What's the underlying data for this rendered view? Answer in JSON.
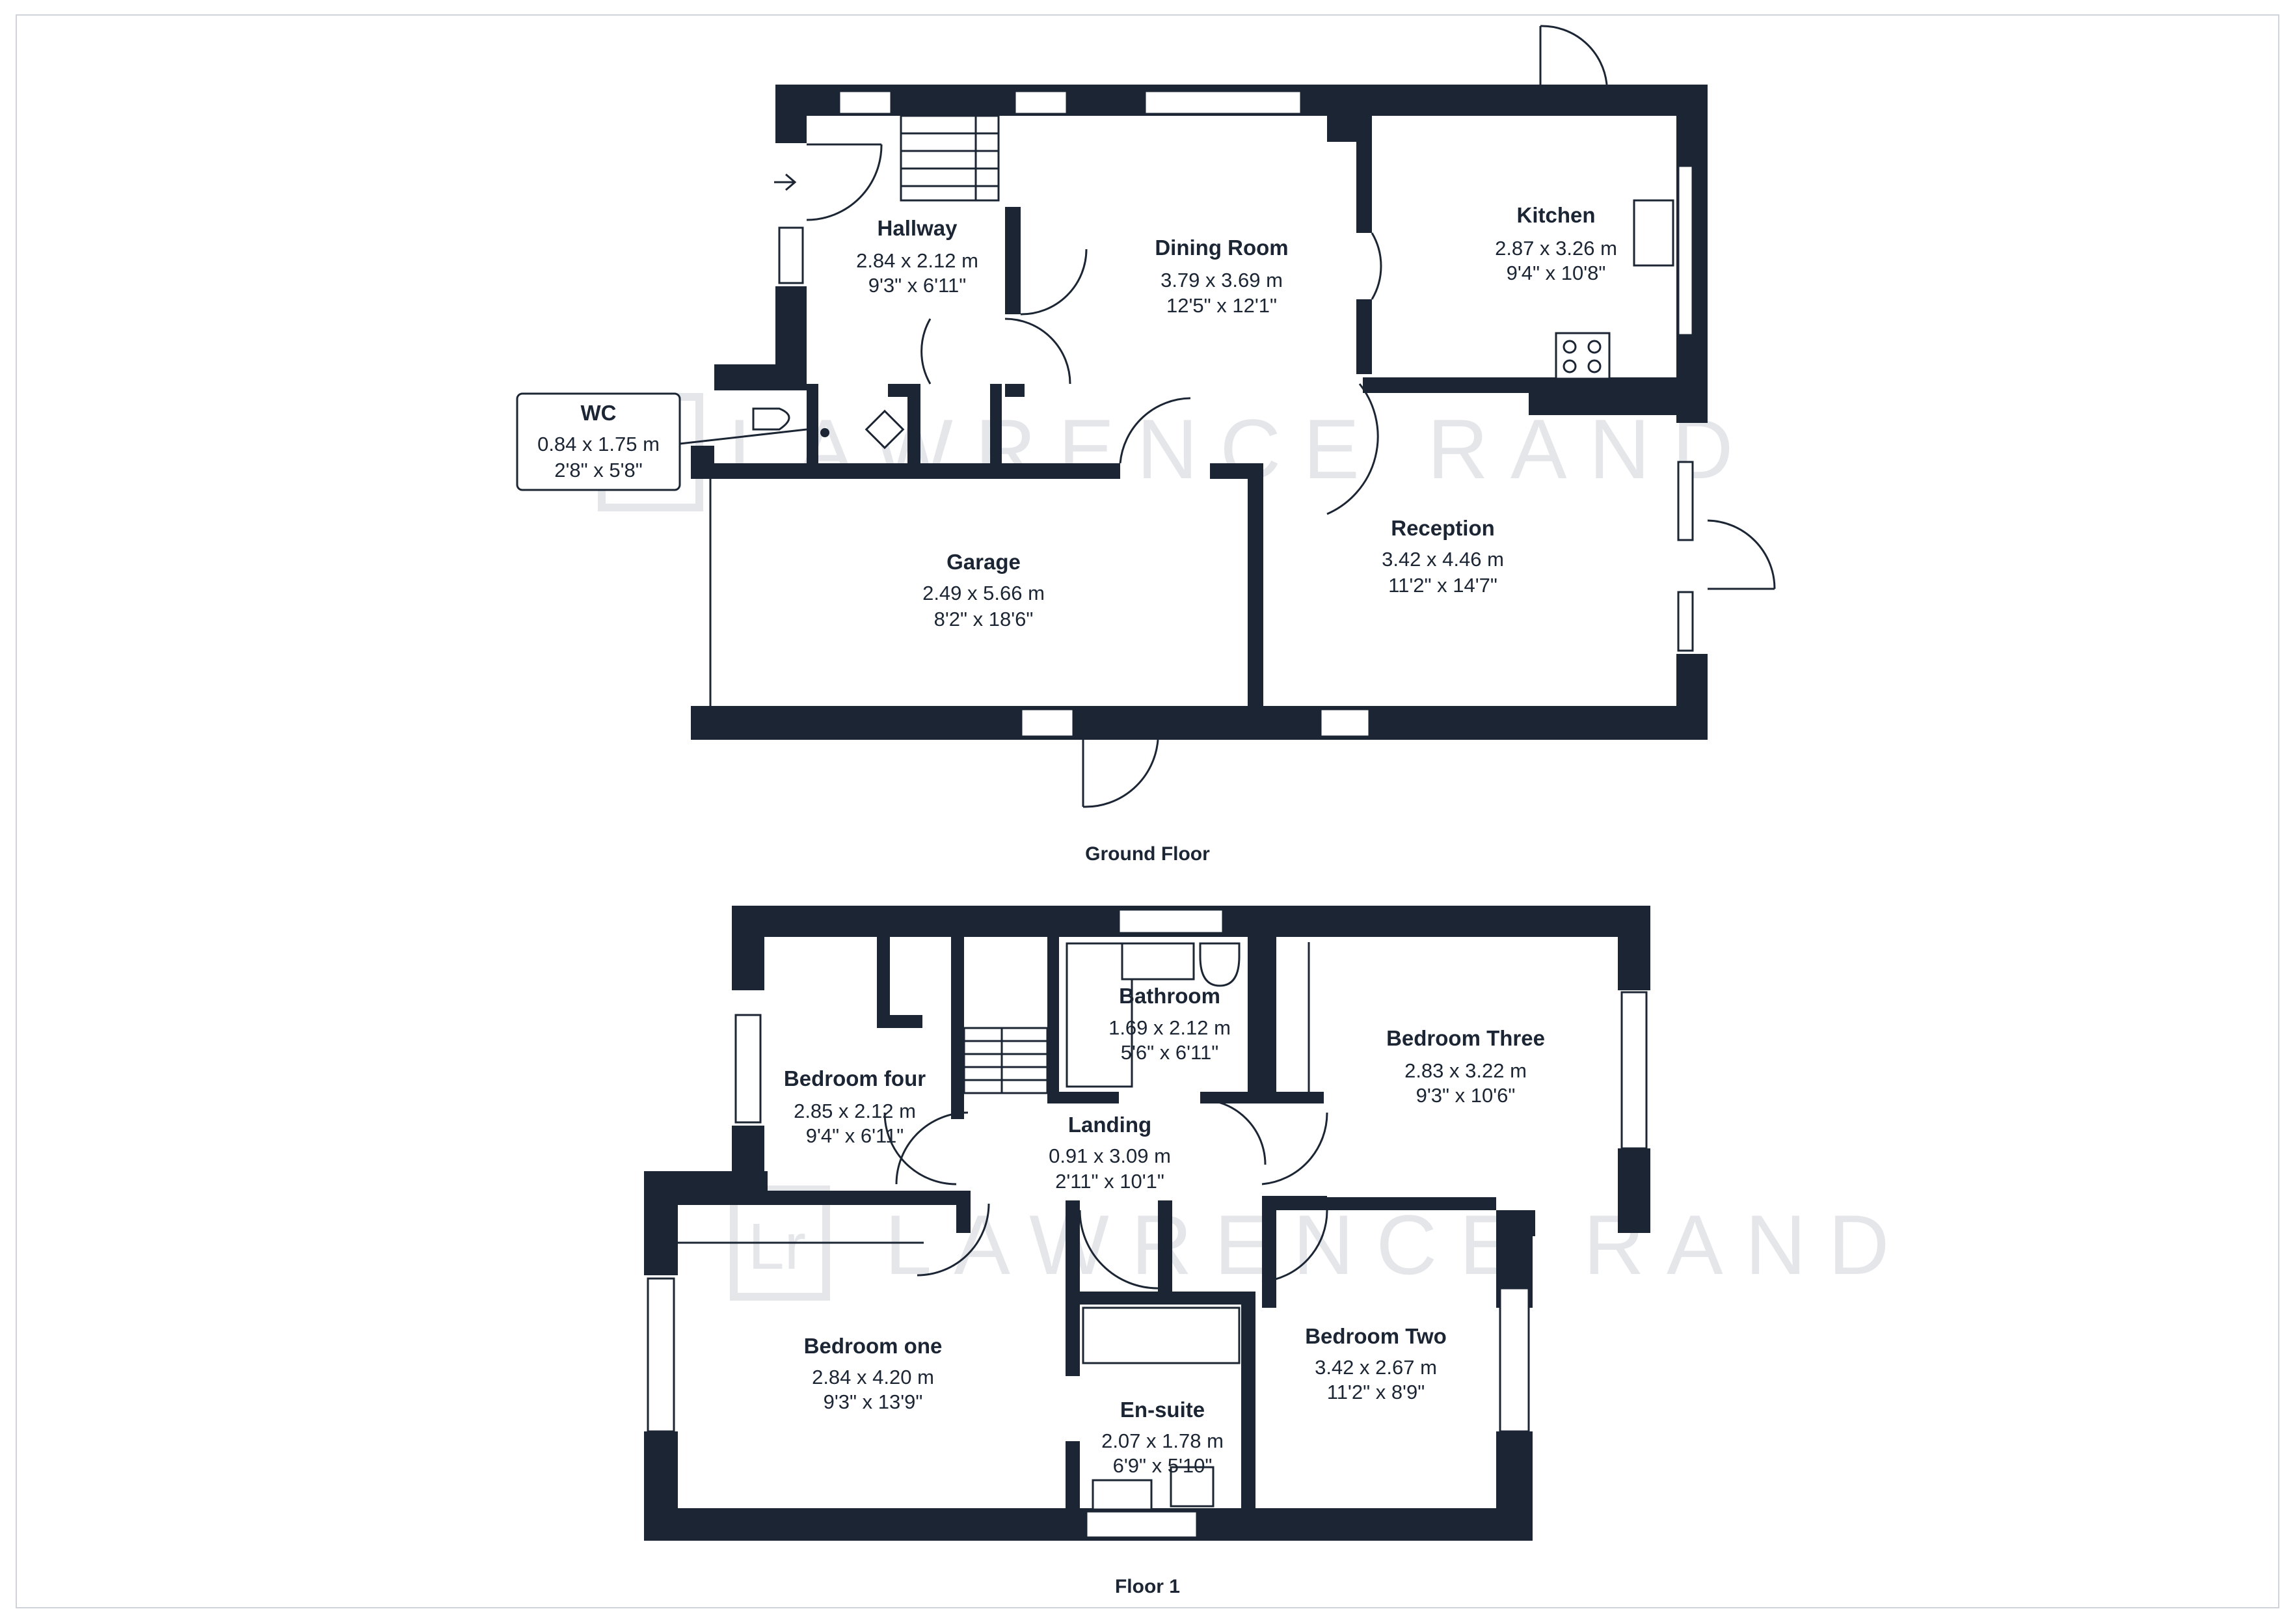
{
  "watermark": {
    "logo": "Lr",
    "text": "LAWRENCE RAND"
  },
  "floors": {
    "ground": {
      "label": "Ground Floor",
      "rooms": {
        "hallway": {
          "name": "Hallway",
          "metric": "2.84 x 2.12 m",
          "imperial": "9'3\" x 6'11\""
        },
        "dining": {
          "name": "Dining Room",
          "metric": "3.79 x 3.69 m",
          "imperial": "12'5\" x 12'1\""
        },
        "kitchen": {
          "name": "Kitchen",
          "metric": "2.87 x 3.26 m",
          "imperial": "9'4\" x 10'8\""
        },
        "wc": {
          "name": "WC",
          "metric": "0.84 x 1.75 m",
          "imperial": "2'8\" x 5'8\""
        },
        "garage": {
          "name": "Garage",
          "metric": "2.49 x 5.66 m",
          "imperial": "8'2\" x 18'6\""
        },
        "reception": {
          "name": "Reception",
          "metric": "3.42 x 4.46 m",
          "imperial": "11'2\" x 14'7\""
        }
      }
    },
    "first": {
      "label": "Floor 1",
      "rooms": {
        "bathroom": {
          "name": "Bathroom",
          "metric": "1.69 x 2.12 m",
          "imperial": "5'6\" x 6'11\""
        },
        "bedroom_three": {
          "name": "Bedroom Three",
          "metric": "2.83 x 3.22 m",
          "imperial": "9'3\" x 10'6\""
        },
        "bedroom_four": {
          "name": "Bedroom four",
          "metric": "2.85 x 2.12 m",
          "imperial": "9'4\" x 6'11\""
        },
        "landing": {
          "name": "Landing",
          "metric": "0.91 x 3.09 m",
          "imperial": "2'11\" x 10'1\""
        },
        "bedroom_one": {
          "name": "Bedroom one",
          "metric": "2.84 x 4.20 m",
          "imperial": "9'3\" x 13'9\""
        },
        "bedroom_two": {
          "name": "Bedroom Two",
          "metric": "3.42 x 2.67 m",
          "imperial": "11'2\" x 8'9\""
        },
        "ensuite": {
          "name": "En-suite",
          "metric": "2.07 x 1.78 m",
          "imperial": "6'9\" x 5'10\""
        }
      }
    }
  }
}
